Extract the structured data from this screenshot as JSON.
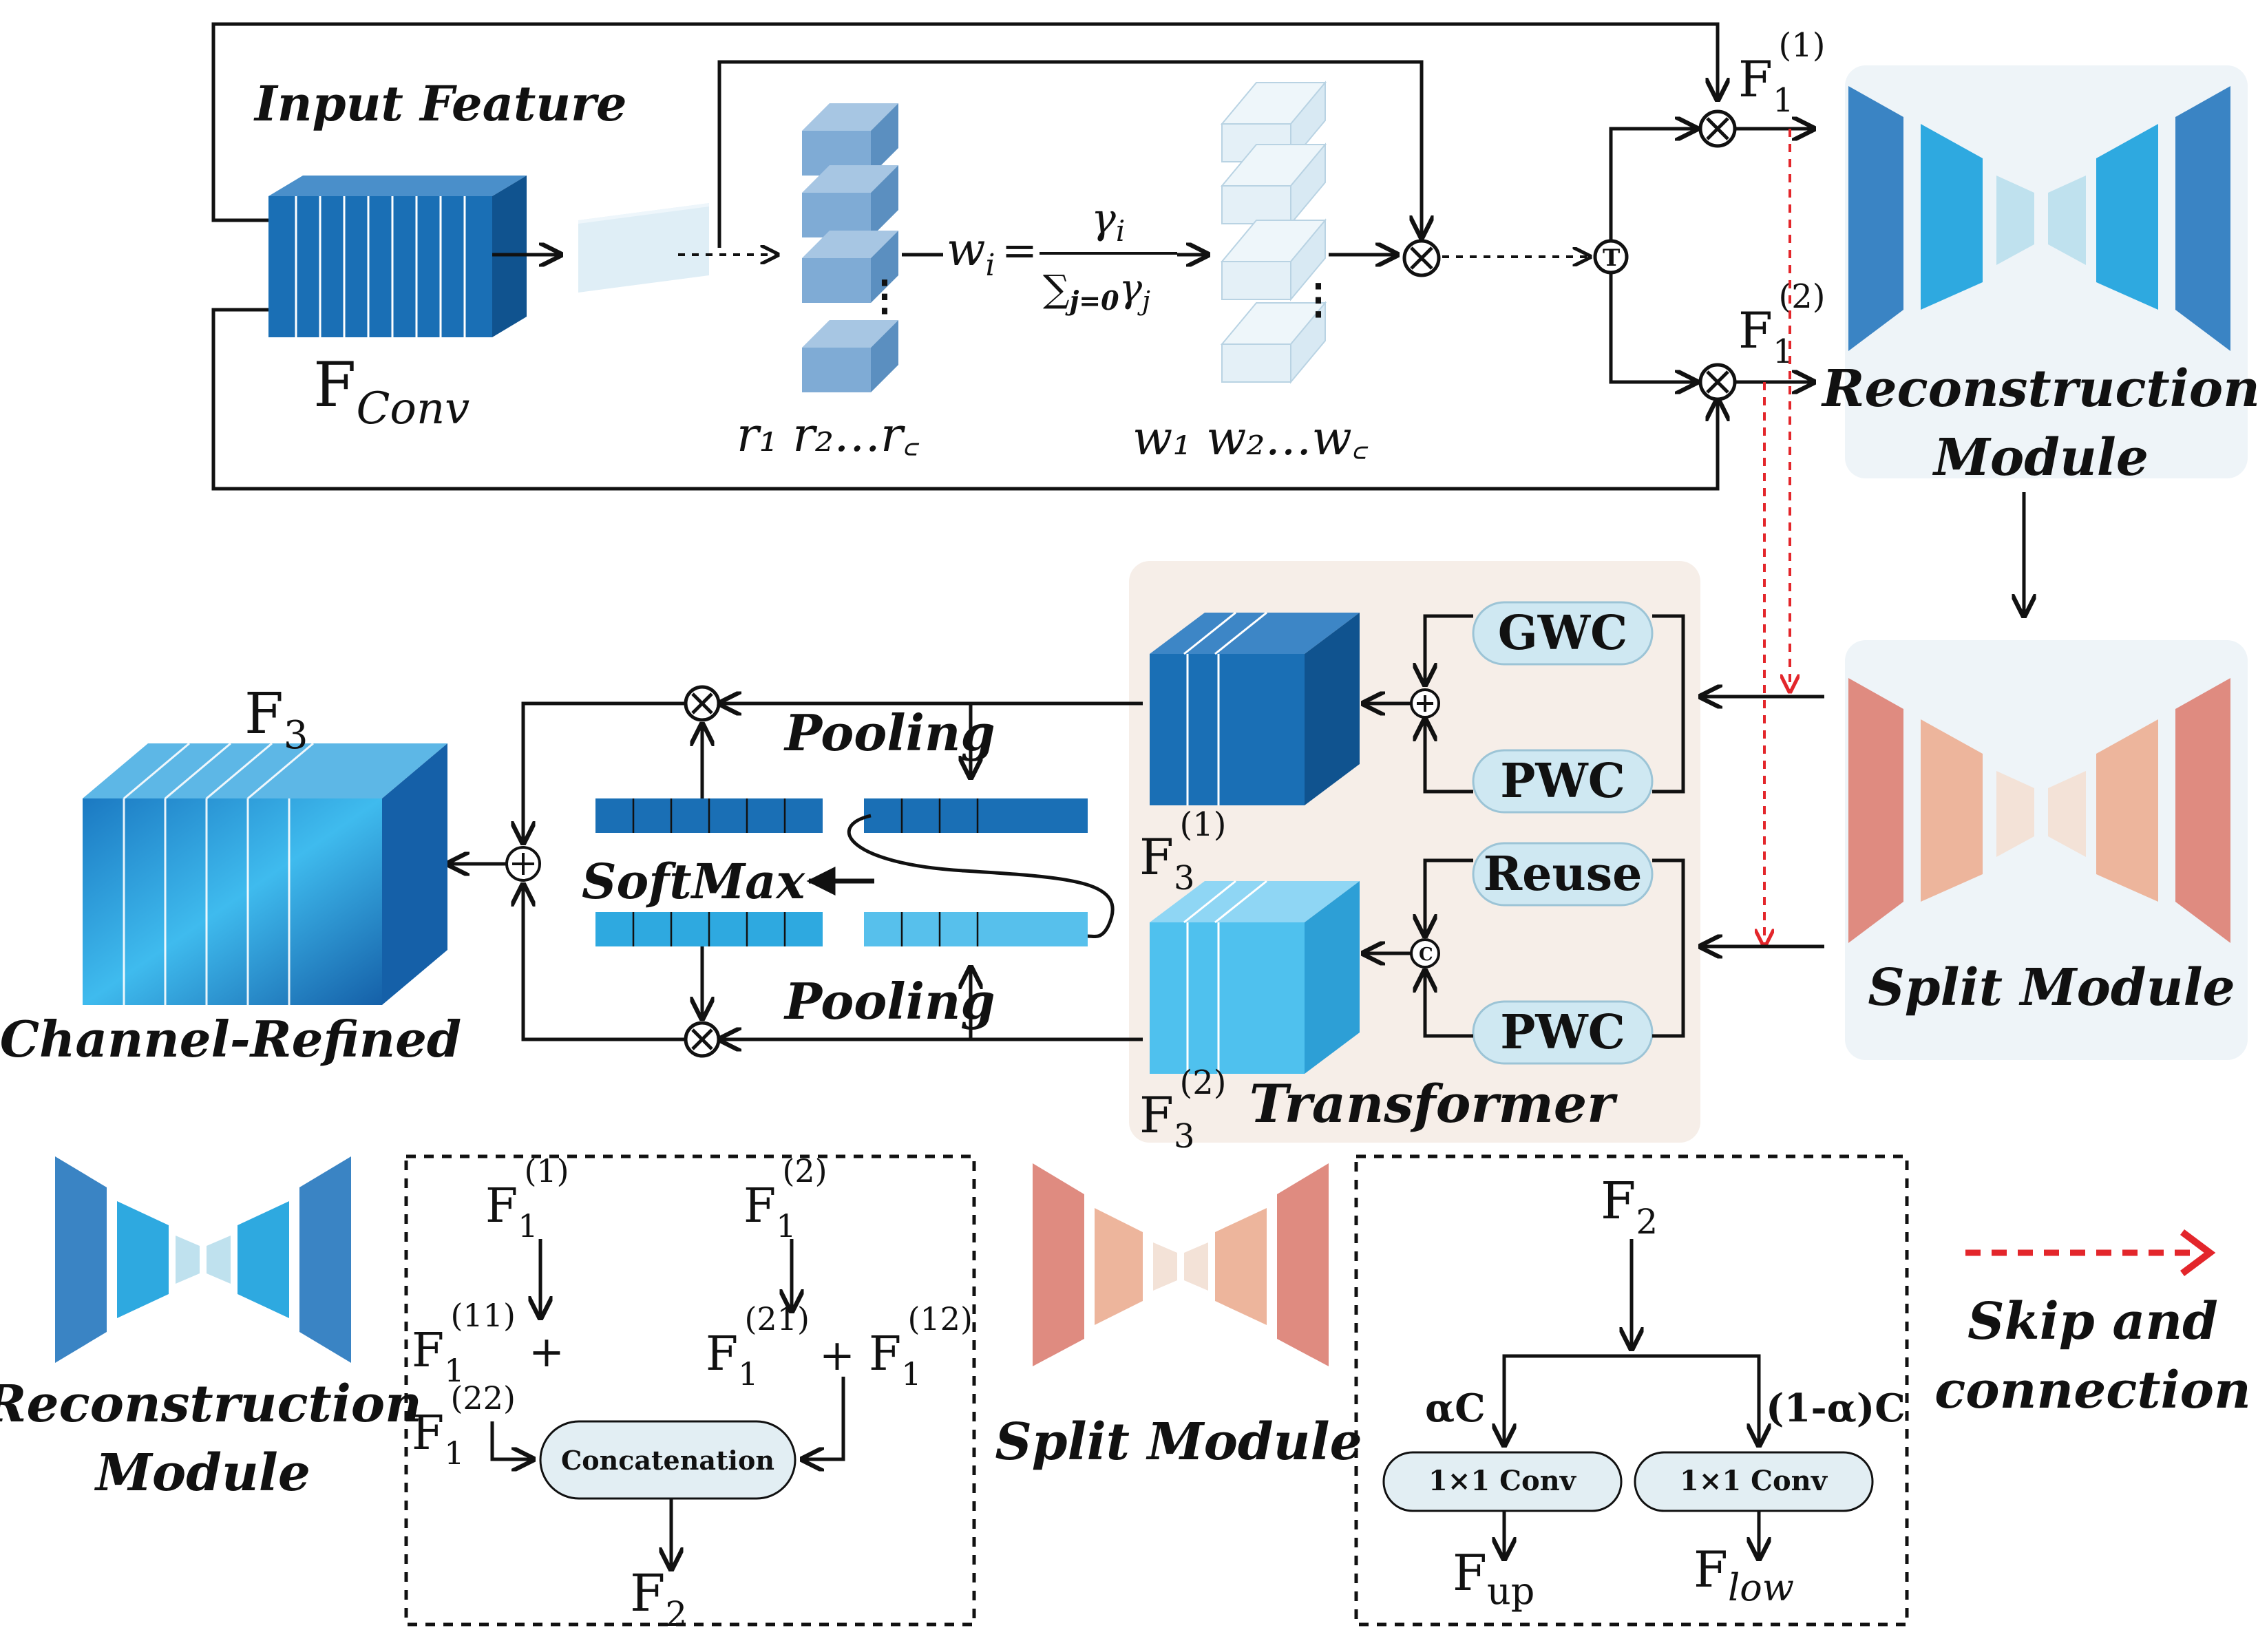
{
  "top": {
    "input_feature": "Input Feature",
    "f_conv_main": "F",
    "f_conv_sub": "Conv",
    "weight_lhs": "w",
    "weight_lhs_sub": "i",
    "weight_eq": "=",
    "weight_num": "γ",
    "weight_num_sub": "i",
    "weight_den": "∑",
    "weight_den_sub": "j=0",
    "weight_den_tail": "γ",
    "weight_den_tail_sub": "j",
    "r_labels": "r₁ r₂…r꜀",
    "w_labels": "w₁ w₂…w꜀",
    "f1_1": "F",
    "f1_1_sub": "1",
    "f1_1_sup": "(1)",
    "f1_2": "F",
    "f1_2_sub": "1",
    "f1_2_sup": "(2)",
    "t_symbol": "T",
    "vdots": "⋮"
  },
  "modules": {
    "reconstruction_1": "Reconstruction",
    "reconstruction_2": "Module",
    "split": "Split Module",
    "transformer": "Transformer",
    "gwc": "GWC",
    "pwc_a": "PWC",
    "reuse": "Reuse",
    "pwc_b": "PWC"
  },
  "middle": {
    "f3": "F",
    "f3_sub": "3",
    "f3_1_sup": "(1)",
    "f3_2_sup": "(2)",
    "pooling_top": "Pooling",
    "pooling_bottom": "Pooling",
    "softmax": "SoftMax",
    "channel_refined": "Channel-Refined"
  },
  "legend": {
    "reconstruction_1": "Reconstruction",
    "reconstruction_2": "Module",
    "split": "Split Module",
    "skip_1": "Skip and",
    "skip_2": "connection",
    "concat_label": "Concatenation",
    "f1_top1": "F",
    "f1_top1_sup": "(1)",
    "f1_top2": "F",
    "f1_top2_sup": "(2)",
    "f1_11_sup": "(11)",
    "f1_22_sup": "(22)",
    "f1_21_sup": "(21)",
    "f1_12_sup": "(12)",
    "plus": "+",
    "f_sub1": "1",
    "f2": "F",
    "f2_sub": "2",
    "alpha_c": "αC",
    "one_minus_alpha_c": "(1-α)C",
    "conv_a": "1×1 Conv",
    "conv_b": "1×1 Conv",
    "f_up": "F",
    "f_up_sub": "up",
    "f_low": "F",
    "f_low_sub": "low"
  },
  "colors": {
    "dark_blue": "#1a6fb5",
    "mid_blue": "#2ea9e0",
    "light_blue": "#4fc1ee",
    "pale_blue": "#c9e6f2",
    "salmon": "#df8b80",
    "peach": "#edb59c",
    "cream": "#f3e2d7",
    "transformer_bg": "#f6eee8",
    "module_bg": "#eef4f8",
    "skip_red": "#e3262b"
  }
}
